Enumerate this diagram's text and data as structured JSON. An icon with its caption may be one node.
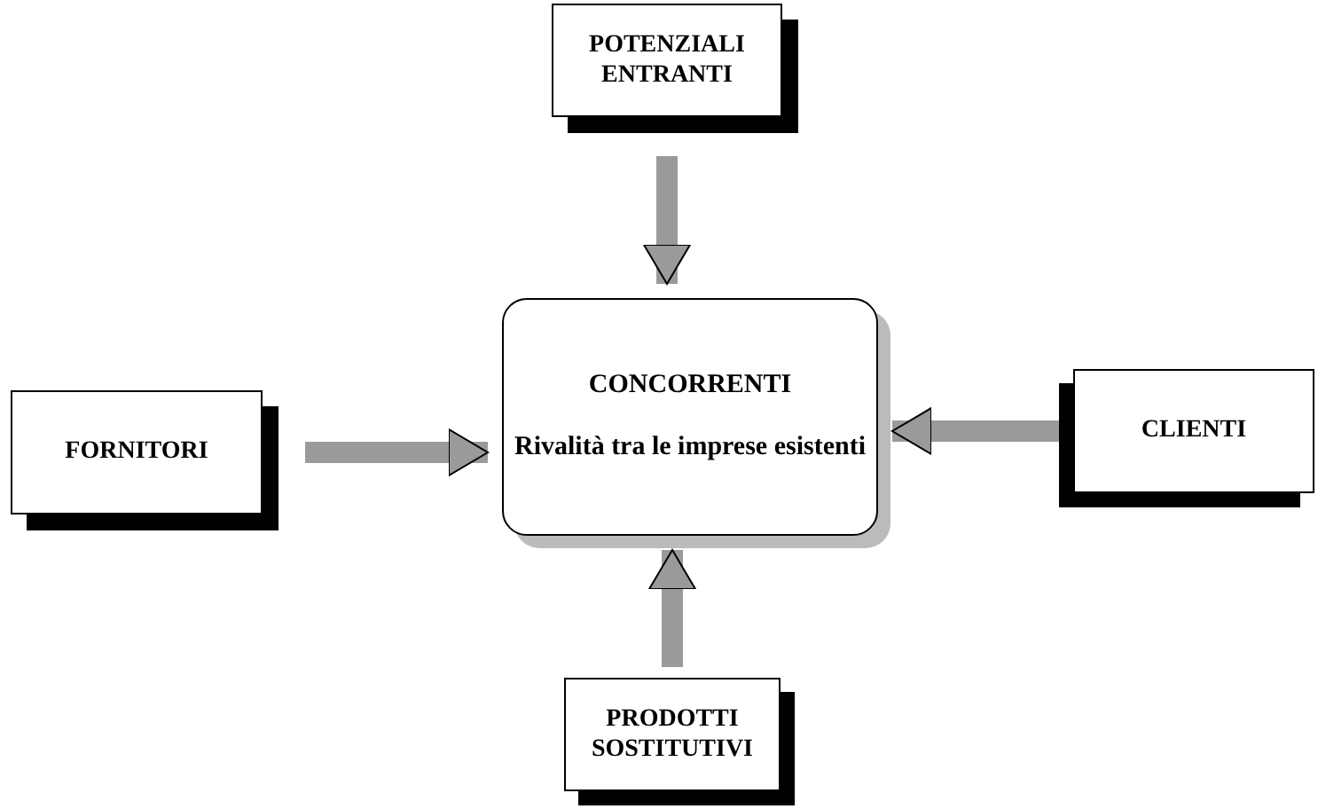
{
  "diagram": {
    "nodes": [
      {
        "text": [
          "POTENZIALI ENTRANTI"
        ]
      },
      {
        "text": [
          "FORNITORI"
        ]
      },
      {
        "text": [
          "CONCORRENTI",
          "Rivalità tra le imprese esistenti"
        ]
      },
      {
        "text": [
          "CLIENTI"
        ]
      },
      {
        "text": [
          "PRODOTTI SOSTITUTIVI"
        ]
      }
    ],
    "edges": [
      {
        "from": 0,
        "to": 2,
        "arrow": "to"
      },
      {
        "from": 1,
        "to": 2,
        "arrow": "to"
      },
      {
        "from": 3,
        "to": 2,
        "arrow": "to"
      },
      {
        "from": 4,
        "to": 2,
        "arrow": "to"
      }
    ]
  }
}
